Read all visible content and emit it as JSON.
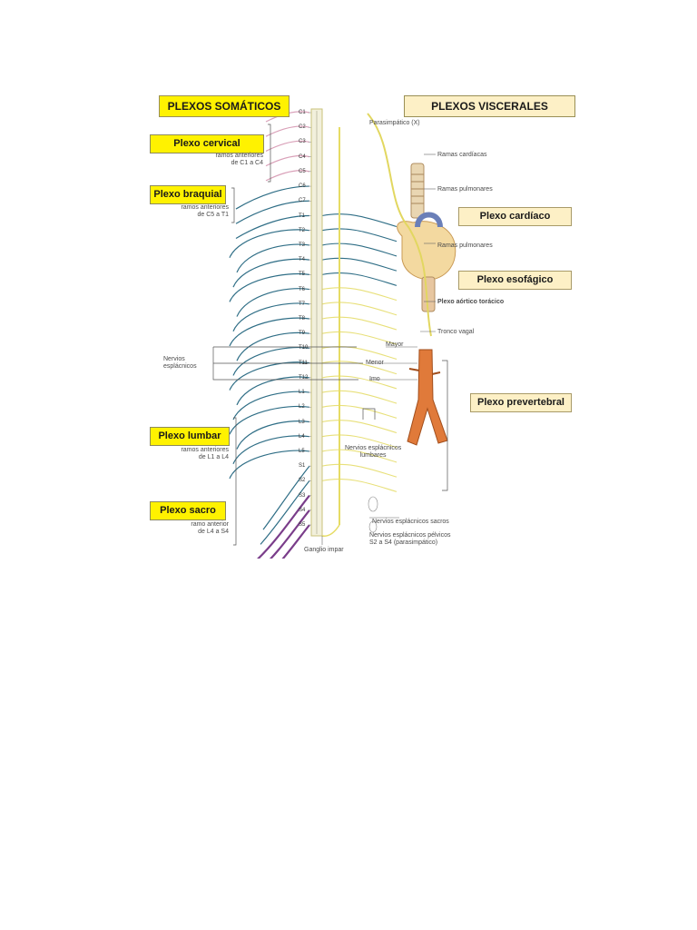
{
  "headers": {
    "somatic": "PLEXOS SOMÁTICOS",
    "visceral": "PLEXOS VISCERALES"
  },
  "somatic_boxes": {
    "cervical": "Plexo cervical",
    "braquial": "Plexo braquial",
    "lumbar": "Plexo lumbar",
    "sacro": "Plexo sacro"
  },
  "visceral_boxes": {
    "cardiaco": "Plexo cardíaco",
    "esofagico": "Plexo esofágico",
    "prevertebral": "Plexo prevertebral"
  },
  "somatic_labels": {
    "cervical_rami": "ramos anteriores\nde C1 a C4",
    "braquial_rami": "ramos anteriores\nde C5 a T1",
    "lumbar_rami": "ramos anteriores\nde L1 a L4",
    "sacro_rami": "ramo anterior\nde L4 a S4",
    "nervios_esplacnicos": "Nervios\nesplácnicos"
  },
  "visceral_labels": {
    "parasimpatico": "Parasimpático (X)",
    "ramas_cardiacas": "Ramas cardíacas",
    "ramas_pulmonares_1": "Ramas pulmonares",
    "ramas_pulmonares_2": "Ramas pulmonares",
    "plexo_aortico": "Plexo aórtico torácico",
    "tronco_vagal": "Tronco vagal",
    "mayor": "Mayor",
    "menor": "Menor",
    "imo": "Imo",
    "esplacnicos_lumbares": "Nervios esplácnicos\nlumbares",
    "esplacnicos_sacros": "Nervios esplácnicos sacros",
    "esplacnicos_pelvicos": "Nervios esplácnicos pélvicos\nS2 a S4 (parasimpático)",
    "ganglio_impar": "Ganglio impar"
  },
  "vertebral_levels": [
    "C1",
    "C2",
    "C3",
    "C4",
    "C5",
    "C6",
    "C7",
    "T1",
    "T2",
    "T3",
    "T4",
    "T5",
    "T6",
    "T7",
    "T8",
    "T9",
    "T10",
    "T11",
    "T12",
    "L1",
    "L2",
    "L3",
    "L4",
    "L5",
    "S1",
    "S2",
    "S3",
    "S4",
    "S5"
  ],
  "colors": {
    "header_yellow": "#fff200",
    "header_cream": "#fdf0c6",
    "somatic_nerve_blue": "#2f6e86",
    "cervical_pink": "#d9a0b8",
    "sympathetic_yellow": "#e8e07a",
    "sacral_purple": "#7a3d8a",
    "aorta": "#e07a3a",
    "heart": "#f3d9a0"
  }
}
